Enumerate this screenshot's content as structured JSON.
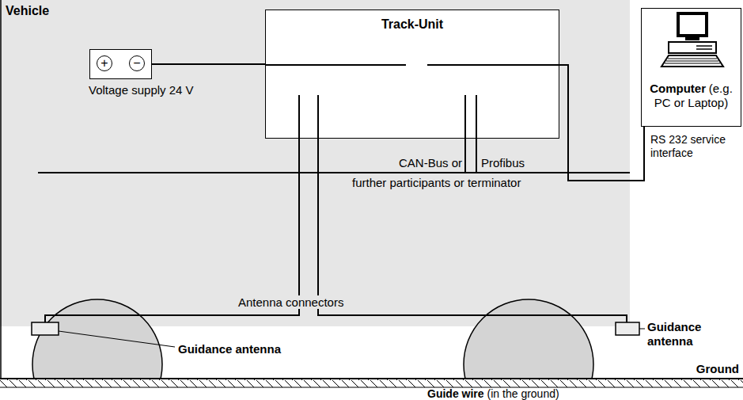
{
  "diagram": {
    "nodes": [
      {
        "text": [
          "Vehicle"
        ]
      },
      {
        "text": [
          "Track-Unit"
        ],
        "in": 0
      },
      {
        "text": [
          "+",
          "−",
          "Voltage supply 24 V"
        ],
        "in": 0
      },
      {
        "text": [
          "Computer",
          "(e.g. PC or Laptop)"
        ]
      }
    ],
    "edges": [
      {
        "from": 2,
        "to": 1,
        "arrow": "none"
      },
      {
        "from": 1,
        "to": 3,
        "arrow": "none",
        "label": "RS 232 service interface"
      }
    ],
    "labels": [
      "CAN-Bus or",
      "Profibus",
      "further participants or terminator",
      "Antenna connectors",
      "Guidance antenna",
      "Guidance antenna",
      "Ground",
      "Guide wire",
      "(in the ground)"
    ]
  }
}
